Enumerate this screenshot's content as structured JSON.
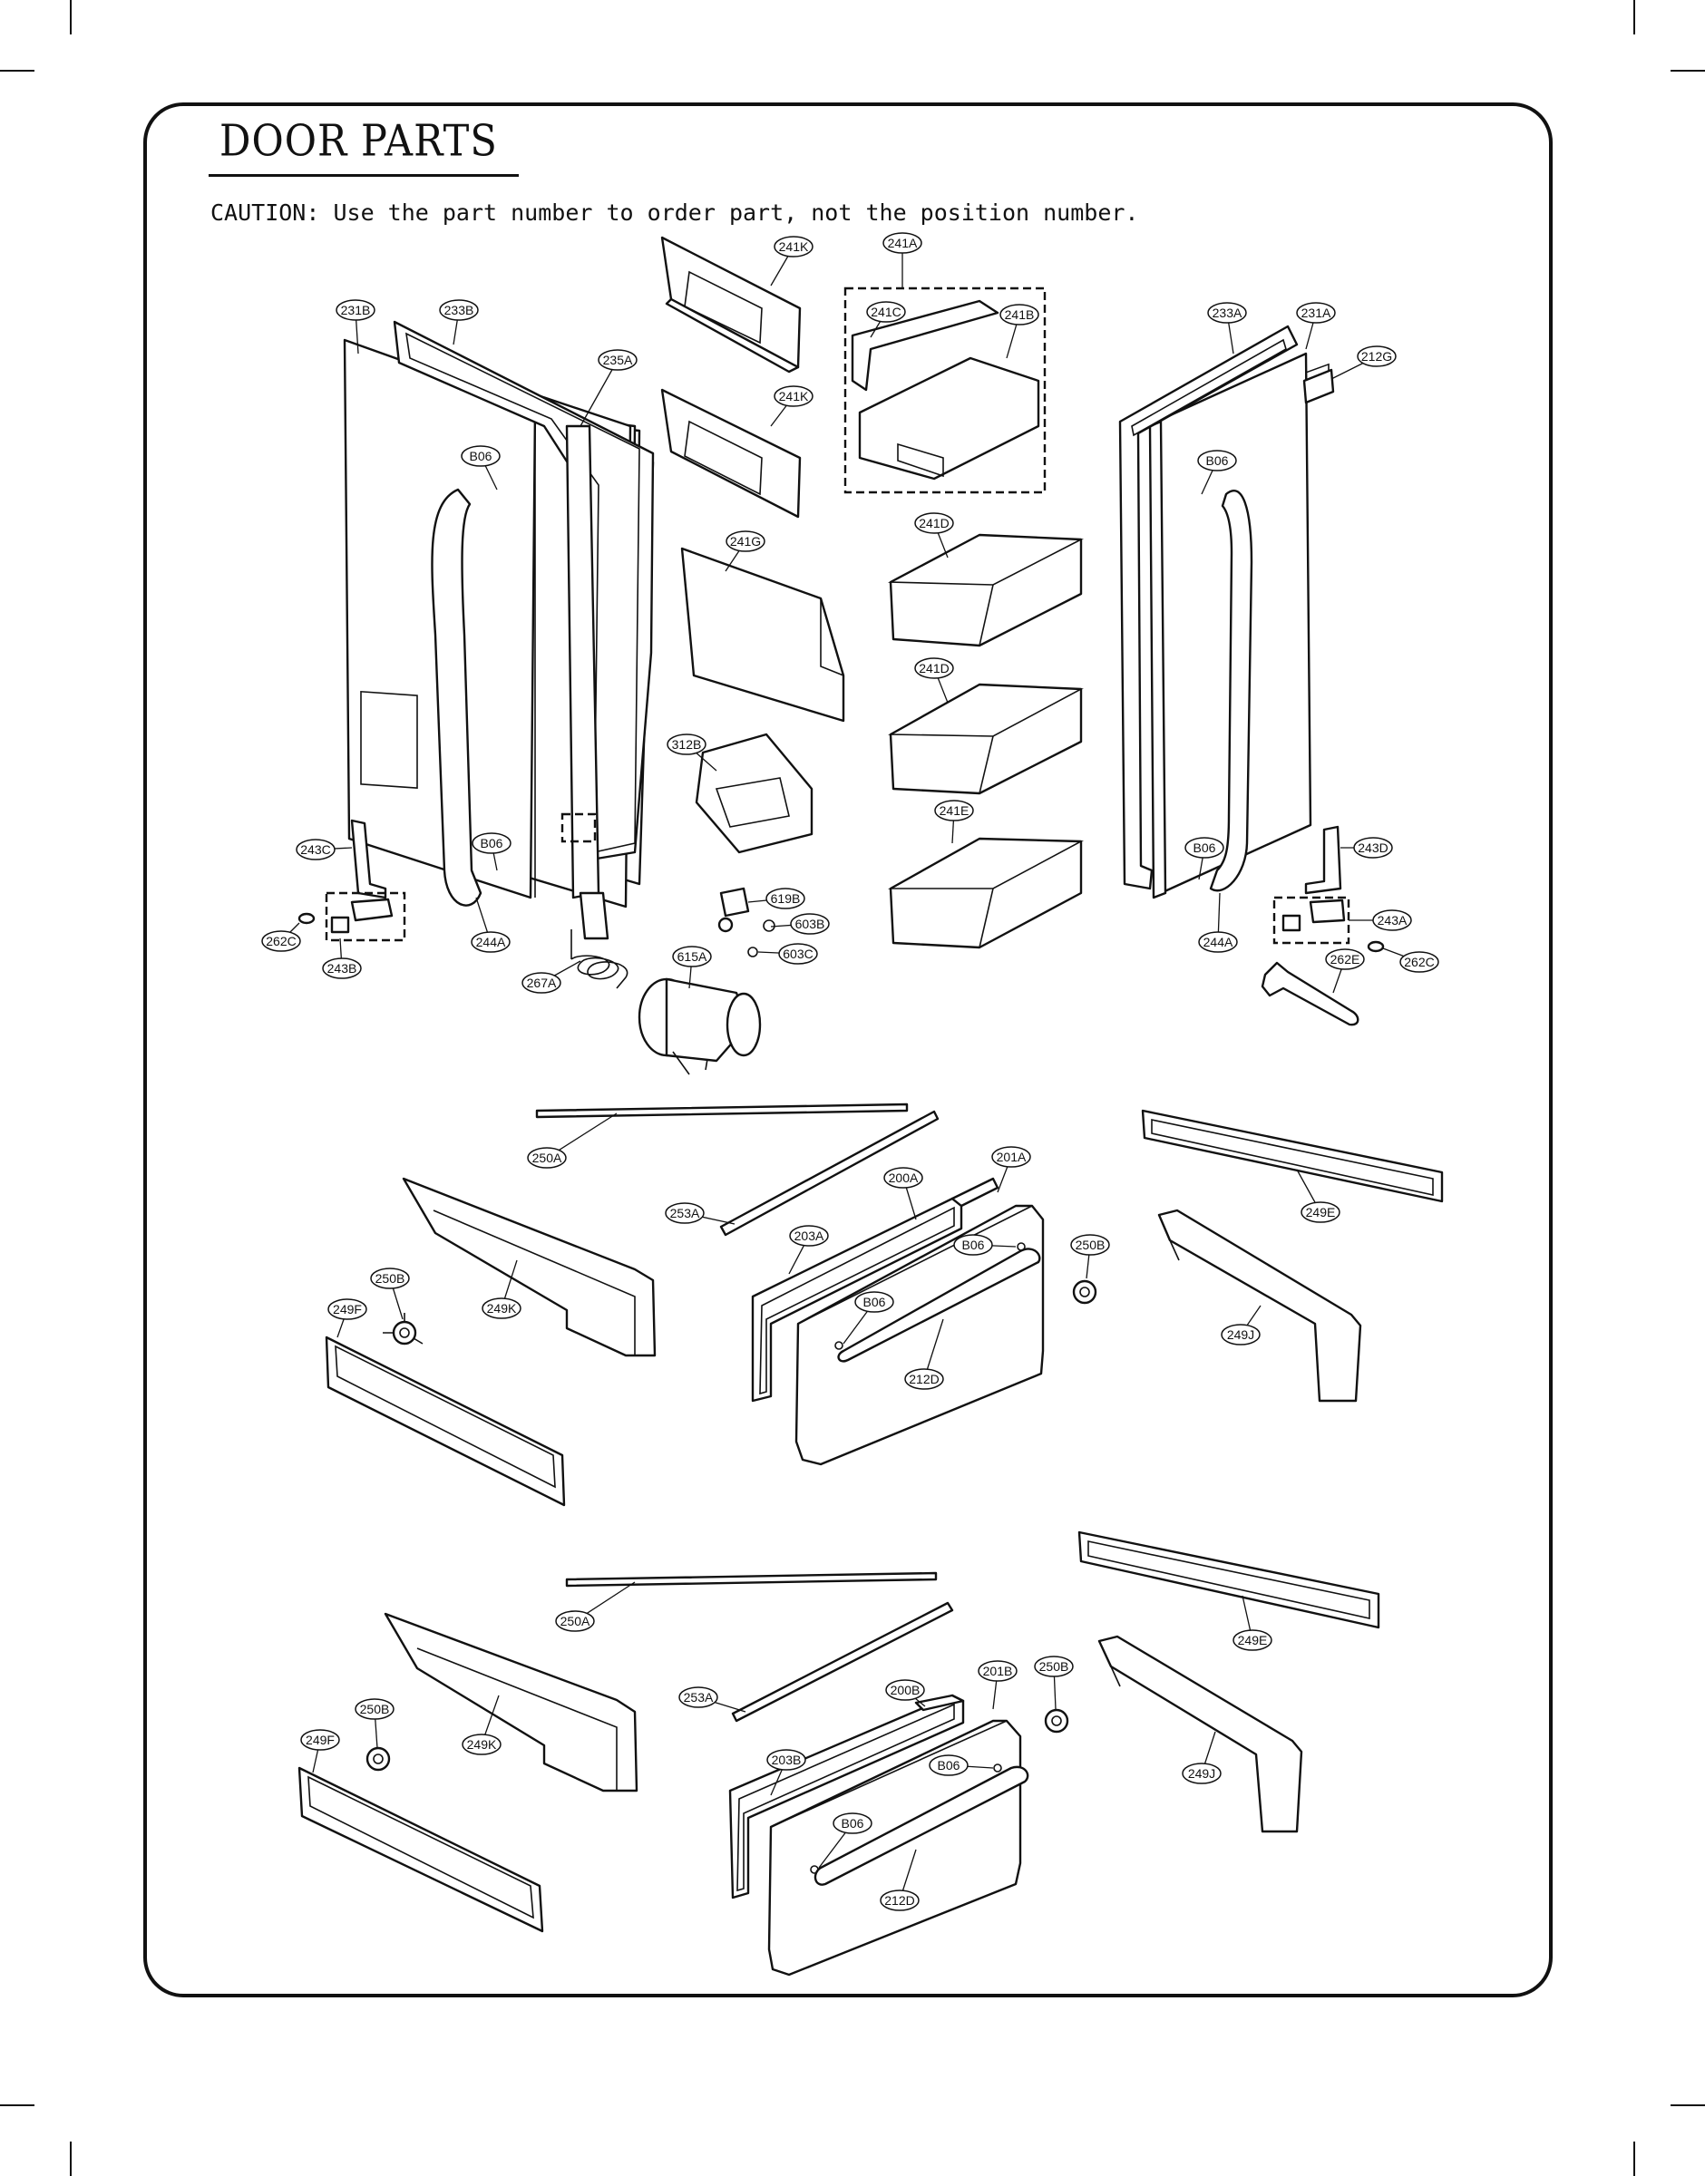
{
  "header": {
    "title": "DOOR PARTS",
    "caution": "CAUTION: Use the part number to order part, not the position number."
  },
  "labels": [
    {
      "id": "241K",
      "to": "bin-top-1"
    },
    {
      "id": "241A",
      "to": "bin-group"
    },
    {
      "id": "241C",
      "to": "bin-cover"
    },
    {
      "id": "241B",
      "to": "bin-base"
    },
    {
      "id": "231B",
      "to": "left-door"
    },
    {
      "id": "233B",
      "to": "left-gasket"
    },
    {
      "id": "235A",
      "to": "mullion"
    },
    {
      "id": "241K",
      "to": "bin-top-2"
    },
    {
      "id": "233A",
      "to": "right-gasket"
    },
    {
      "id": "231A",
      "to": "right-door"
    },
    {
      "id": "212G",
      "to": "right-door-badge"
    },
    {
      "id": "B06",
      "to": "left-screw-top"
    },
    {
      "id": "B06",
      "to": "right-screw-top"
    },
    {
      "id": "241G",
      "to": "guard"
    },
    {
      "id": "241D",
      "to": "basket-1"
    },
    {
      "id": "241D",
      "to": "basket-2"
    },
    {
      "id": "312B",
      "to": "small-tray"
    },
    {
      "id": "241E",
      "to": "basket-3"
    },
    {
      "id": "243C",
      "to": "left-bracket"
    },
    {
      "id": "B06",
      "to": "left-screw-bottom"
    },
    {
      "id": "B06",
      "to": "right-screw-bottom"
    },
    {
      "id": "243D",
      "to": "right-bracket"
    },
    {
      "id": "619B",
      "to": "valve"
    },
    {
      "id": "603B",
      "to": "clip-1"
    },
    {
      "id": "243A",
      "to": "right-hinge"
    },
    {
      "id": "262C",
      "to": "left-washer"
    },
    {
      "id": "244A",
      "to": "left-handle"
    },
    {
      "id": "603C",
      "to": "clip-2"
    },
    {
      "id": "244A",
      "to": "right-handle"
    },
    {
      "id": "262E",
      "to": "wrench"
    },
    {
      "id": "262C",
      "to": "right-washer"
    },
    {
      "id": "243B",
      "to": "left-hinge"
    },
    {
      "id": "615A",
      "to": "motor"
    },
    {
      "id": "267A",
      "to": "spring"
    },
    {
      "id": "250A",
      "to": "rod-1"
    },
    {
      "id": "201A",
      "to": "drawer-1"
    },
    {
      "id": "200A",
      "to": "drawer-1-gasket"
    },
    {
      "id": "253A",
      "to": "seal-1"
    },
    {
      "id": "249E",
      "to": "rail-right-1"
    },
    {
      "id": "203A",
      "to": "drawer-1-frame"
    },
    {
      "id": "B06",
      "to": "drawer-1-screw-a"
    },
    {
      "id": "250B",
      "to": "gear-right-1"
    },
    {
      "id": "250B",
      "to": "gear-left-1"
    },
    {
      "id": "249F",
      "to": "rail-left-1"
    },
    {
      "id": "249K",
      "to": "bracket-left-1"
    },
    {
      "id": "B06",
      "to": "drawer-1-screw-b"
    },
    {
      "id": "249J",
      "to": "bracket-right-1"
    },
    {
      "id": "212D",
      "to": "drawer-1-handle"
    },
    {
      "id": "250A",
      "to": "rod-2"
    },
    {
      "id": "249E",
      "to": "rail-right-2"
    },
    {
      "id": "201B",
      "to": "drawer-2"
    },
    {
      "id": "250B",
      "to": "gear-right-2"
    },
    {
      "id": "253A",
      "to": "seal-2"
    },
    {
      "id": "200B",
      "to": "drawer-2-gasket"
    },
    {
      "id": "250B",
      "to": "gear-left-2"
    },
    {
      "id": "249J",
      "to": "bracket-right-2"
    },
    {
      "id": "249F",
      "to": "rail-left-2"
    },
    {
      "id": "249K",
      "to": "bracket-left-2"
    },
    {
      "id": "203B",
      "to": "drawer-2-frame"
    },
    {
      "id": "B06",
      "to": "drawer-2-screw-a"
    },
    {
      "id": "B06",
      "to": "drawer-2-screw-b"
    },
    {
      "id": "212D",
      "to": "drawer-2-handle"
    }
  ]
}
